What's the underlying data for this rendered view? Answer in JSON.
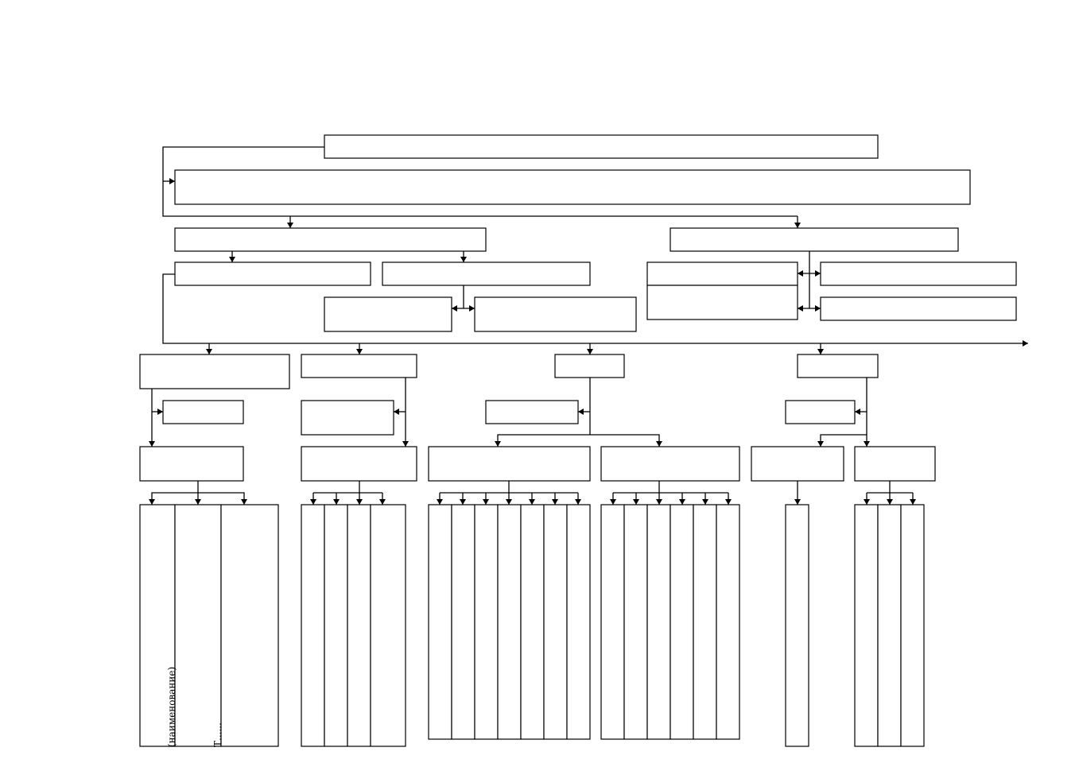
{
  "diagram": {
    "kind": "block-diagram",
    "colors": {
      "stroke": "#000000",
      "background": "#ffffff"
    },
    "rotated_labels": [
      {
        "id": "col1-label-a",
        "text": "(наименование)"
      },
      {
        "id": "col1-label-b",
        "text": "Т......"
      }
    ]
  }
}
